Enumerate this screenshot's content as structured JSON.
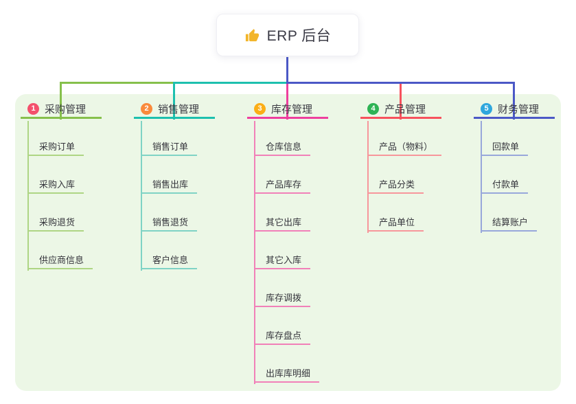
{
  "root": {
    "title": "ERP 后台",
    "icon": "thumbs-up-icon",
    "icon_color": "#f2b52b"
  },
  "canvas": {
    "background": "#ecf7e6"
  },
  "colors": {
    "root_line": "#4b58c6",
    "text_primary": "#3a3a42",
    "text_leaf": "#35353c"
  },
  "branches": [
    {
      "index": "1",
      "label": "采购管理",
      "badge_color": "#f4506c",
      "line_color": "#86c04b",
      "sub_line_color": "#aed584",
      "items": [
        "采购订单",
        "采购入库",
        "采购退货",
        "供应商信息"
      ]
    },
    {
      "index": "2",
      "label": "销售管理",
      "badge_color": "#fa8a3c",
      "line_color": "#1dc0ae",
      "sub_line_color": "#7fd3c5",
      "items": [
        "销售订单",
        "销售出库",
        "销售退货",
        "客户信息"
      ]
    },
    {
      "index": "3",
      "label": "库存管理",
      "badge_color": "#fbae17",
      "line_color": "#ee3f9e",
      "sub_line_color": "#f180b8",
      "items": [
        "仓库信息",
        "产品库存",
        "其它出库",
        "其它入库",
        "库存调拨",
        "库存盘点",
        "出库库明细"
      ]
    },
    {
      "index": "4",
      "label": "产品管理",
      "badge_color": "#2eb354",
      "line_color": "#f7525d",
      "sub_line_color": "#f7969b",
      "items": [
        "产品（物料）",
        "产品分类",
        "产品单位"
      ]
    },
    {
      "index": "5",
      "label": "财务管理",
      "badge_color": "#2fa7dd",
      "line_color": "#4b58c6",
      "sub_line_color": "#98a7db",
      "items": [
        "回款单",
        "付款单",
        "结算账户"
      ]
    }
  ]
}
